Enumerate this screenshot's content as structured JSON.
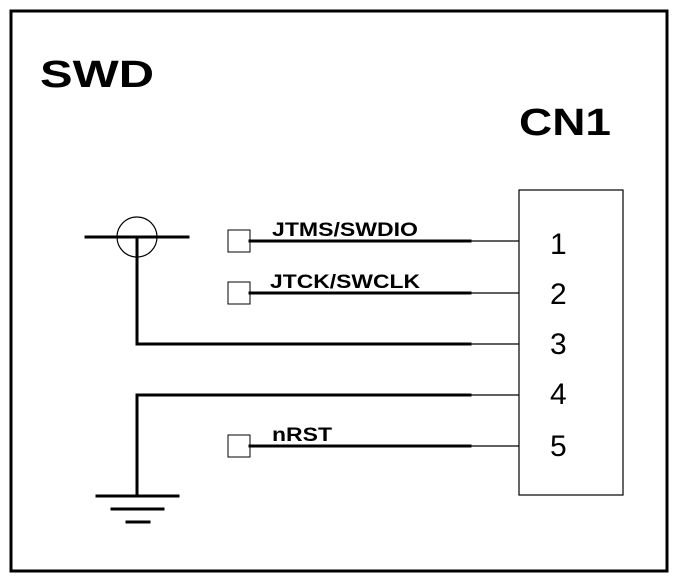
{
  "title": "SWD",
  "connector": {
    "ref": "CN1",
    "pins": [
      "1",
      "2",
      "3",
      "4",
      "5"
    ]
  },
  "nets": {
    "pin1": "JTMS/SWDIO",
    "pin2": "JTCK/SWCLK",
    "pin5": "nRST"
  },
  "colors": {
    "line": "#000000",
    "background": "#ffffff"
  },
  "symbols": [
    "power-circle-symbol",
    "ground-symbol",
    "test-point-pad"
  ]
}
